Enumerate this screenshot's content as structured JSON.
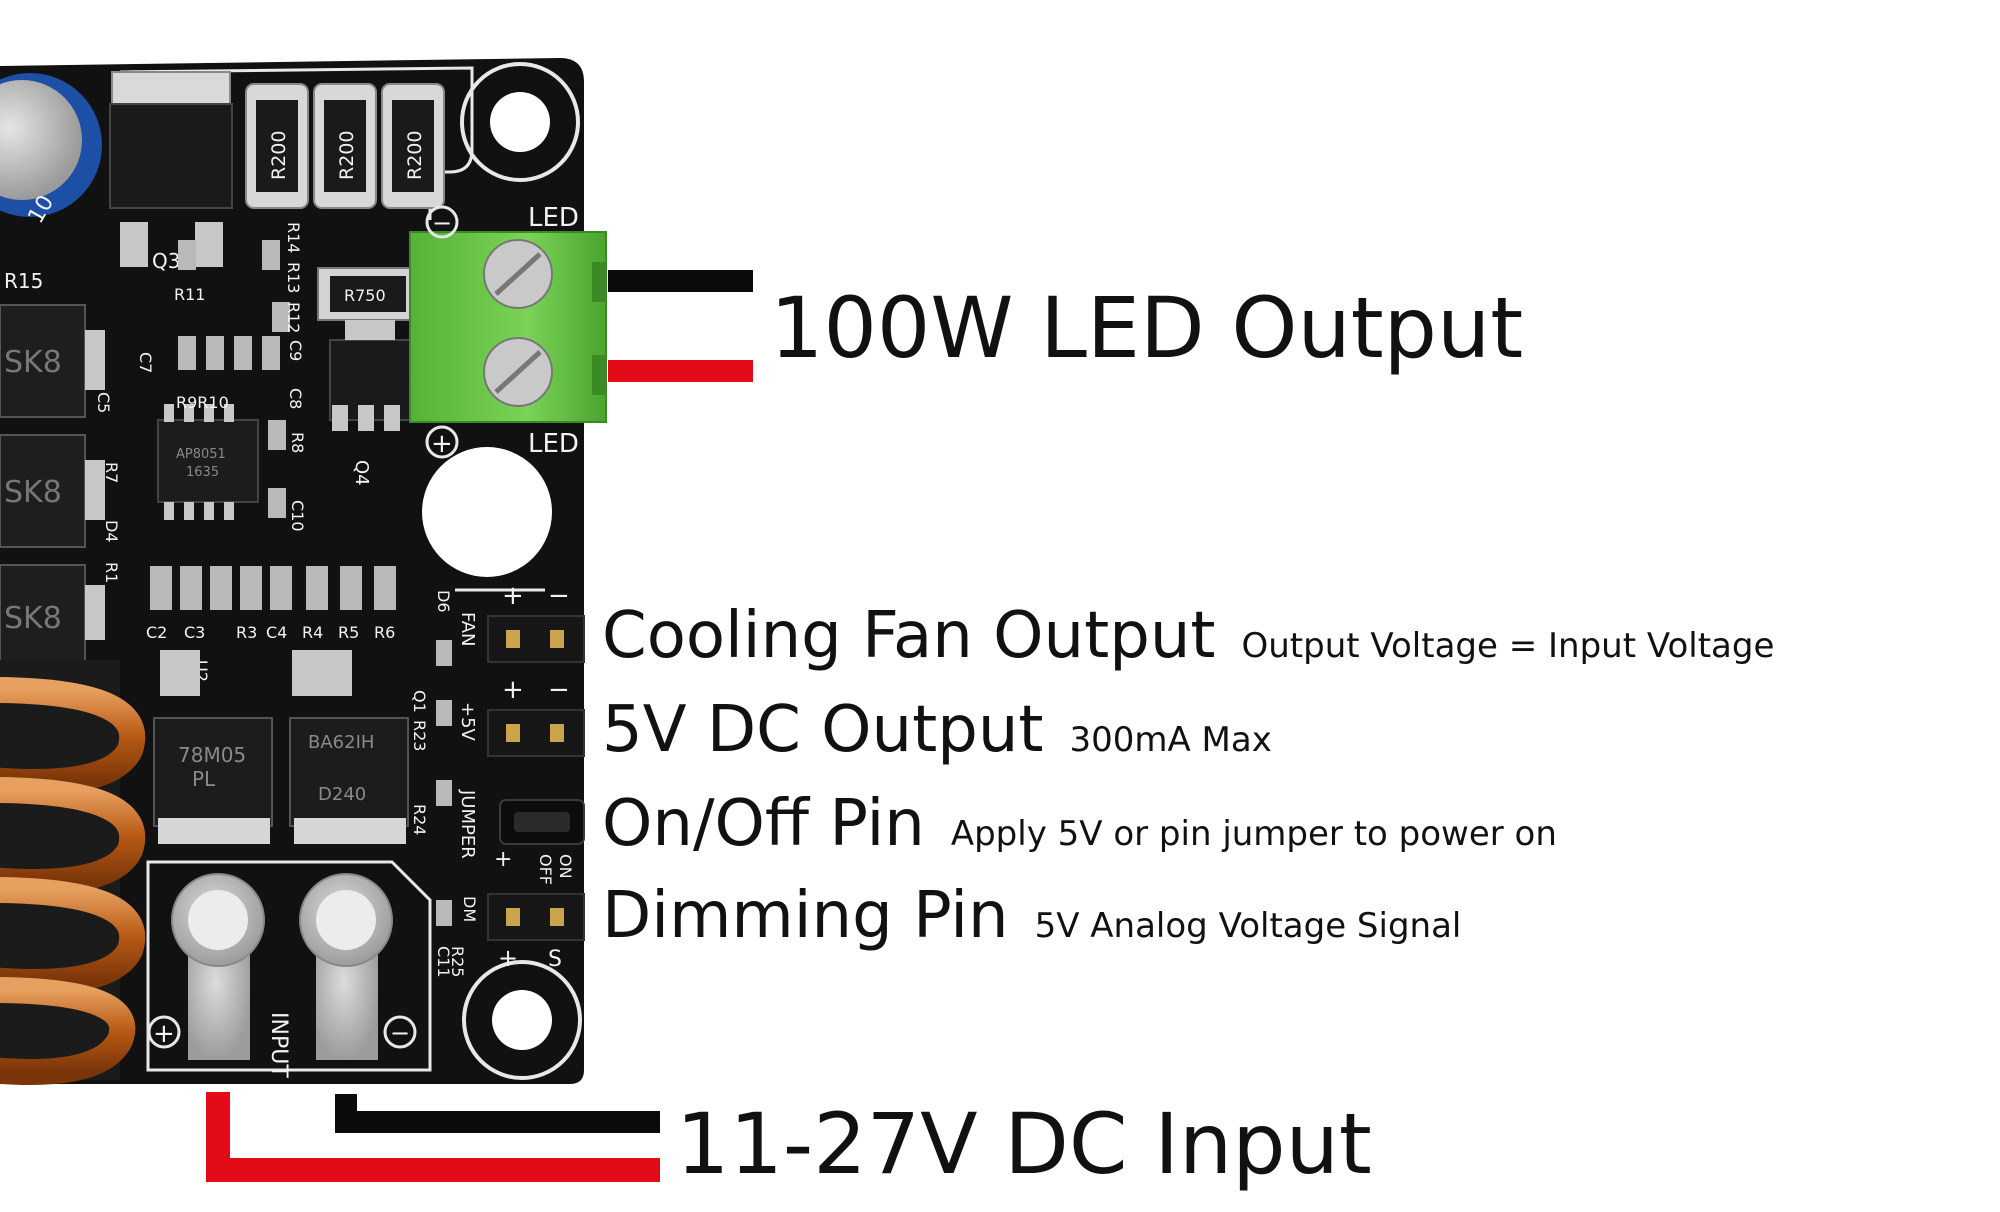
{
  "colors": {
    "background": "#ffffff",
    "pcb": "#111111",
    "silkscreen": "#f2f2f2",
    "terminal_block": "#6ccc4a",
    "wire_positive": "#e30b17",
    "wire_negative": "#0a0a0a",
    "copper_coil": "#c46a1e",
    "label_text": "#111111"
  },
  "labels": {
    "led_output": "100W LED Output",
    "fan_output": {
      "main": "Cooling Fan Output",
      "sub": "Output Voltage = Input Voltage"
    },
    "dc_5v_output": {
      "main": "5V DC Output",
      "sub": "300mA Max"
    },
    "on_off_pin": {
      "main": "On/Off Pin",
      "sub": "Apply 5V or pin jumper to power on"
    },
    "dimming_pin": {
      "main": "Dimming Pin",
      "sub": "5V Analog Voltage Signal"
    },
    "dc_input": "11-27V DC Input"
  },
  "silkscreen": {
    "resistor_marking": "R200",
    "sense_resistor": "R750",
    "regulator_78m05": [
      "78M05",
      "PL"
    ],
    "regulator_ba62ih": [
      "BA62IH",
      "D240"
    ],
    "controller_chip": [
      "AP8051",
      "1635"
    ],
    "led": "LED",
    "fan": "FAN",
    "v5": "+5V",
    "jumper": "JUMPER",
    "on": "ON",
    "off": "OFF",
    "dm": "DM",
    "s": "S",
    "input": "INPUT",
    "plus": "+",
    "minus": "−",
    "q3": "Q3",
    "q4": "Q4",
    "u2": "U2",
    "q1": "Q1",
    "d6": "D6",
    "d4": "D4",
    "r1": "R1",
    "r3": "R3",
    "r4": "R4",
    "r5": "R5",
    "r6": "R6",
    "r7": "R7",
    "r8": "R8",
    "r9r10": "R9R10",
    "r11": "R11",
    "r12": "R12",
    "r13": "R13",
    "r14": "R14",
    "r15": "R15",
    "r23": "R23",
    "r24": "R24",
    "r25": "R25",
    "c2": "C2",
    "c3": "C3",
    "c4": "C4",
    "c5": "C5",
    "c7": "C7",
    "c8": "C8",
    "c9": "C9",
    "c10": "C10",
    "c11": "C11",
    "diode_partial": "SK8"
  }
}
